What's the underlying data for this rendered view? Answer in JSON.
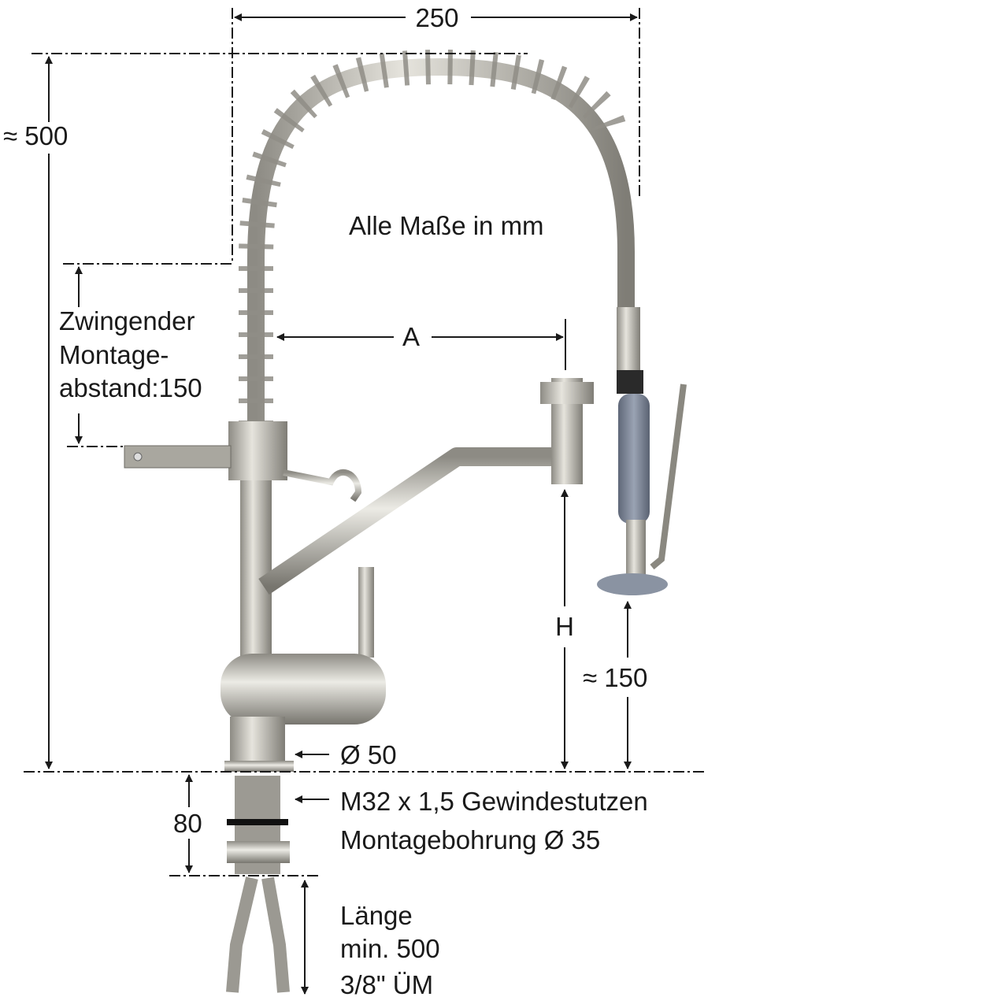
{
  "dimensions": {
    "width": "250",
    "height": "≈ 500",
    "a": "A",
    "h": "H",
    "spray_height": "≈ 150",
    "base_diameter": "Ø 50",
    "thread_length": "80"
  },
  "notes": {
    "units": "Alle Maße in mm",
    "mounting_line1": "Zwingender",
    "mounting_line2": "Montage-",
    "mounting_line3": "abstand:150",
    "thread": "M32 x 1,5 Gewindestutzen",
    "drill_hole": "Montagebohrung Ø 35",
    "hose_line1": "Länge",
    "hose_line2": "min. 500",
    "hose_line3": "3/8\" ÜM"
  },
  "colors": {
    "line": "#1a1a1a",
    "steel": "#b8b6ae",
    "grip": "#7c8596"
  }
}
